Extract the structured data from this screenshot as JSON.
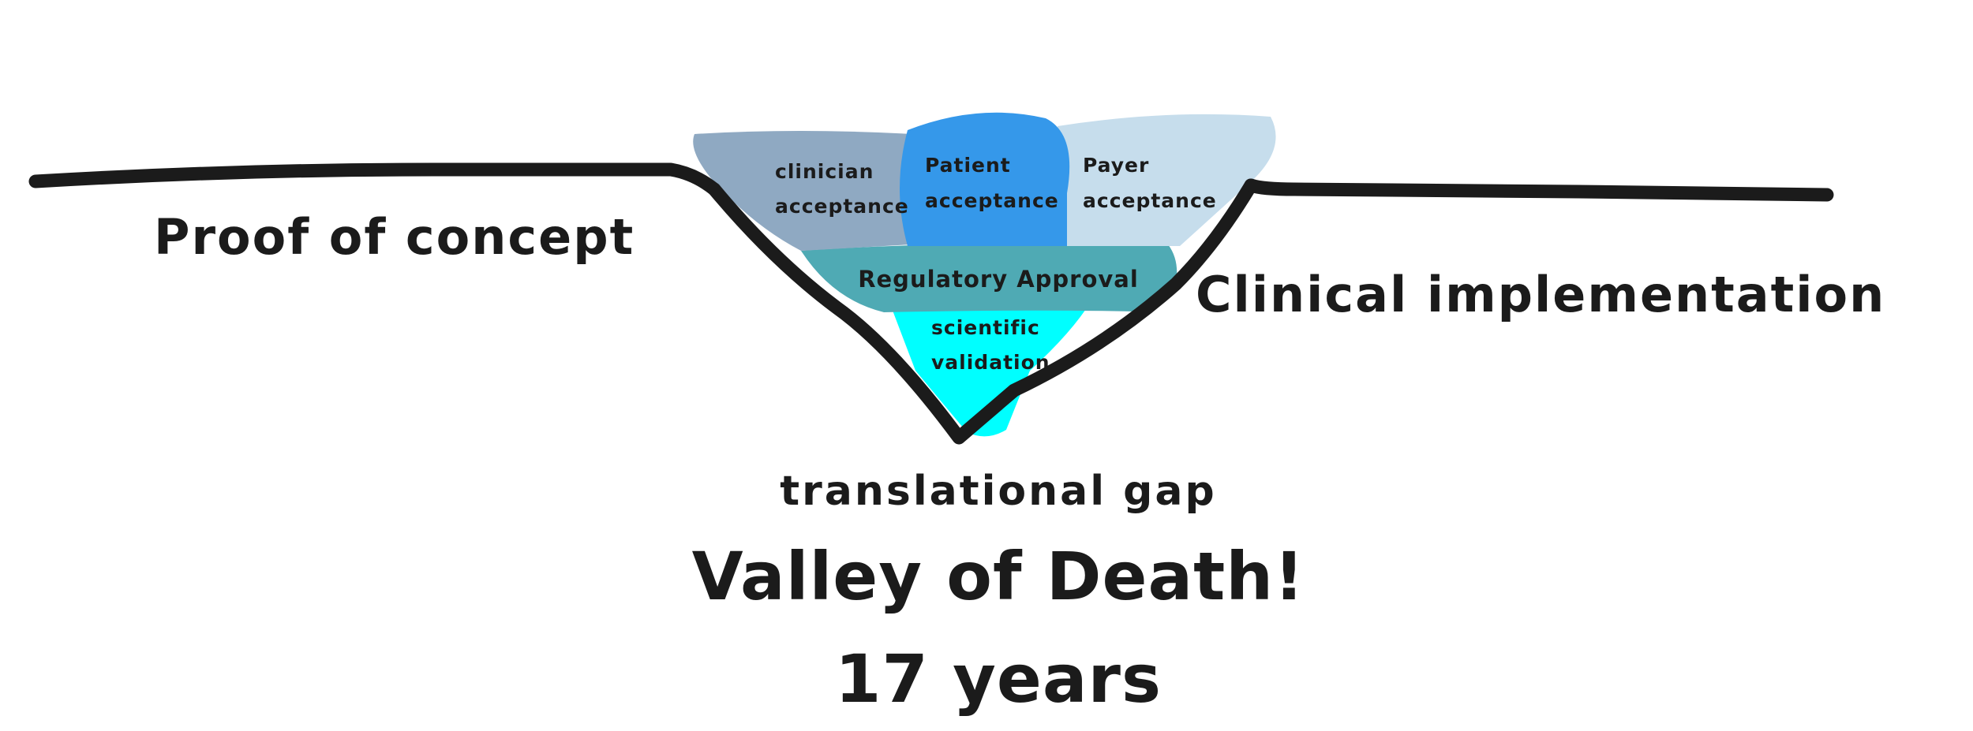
{
  "labels": {
    "left": "Proof of concept",
    "right": "Clinical implementation",
    "clinician": [
      "clinician",
      "acceptance"
    ],
    "patient": [
      "Patient",
      "acceptance"
    ],
    "payer": [
      "Payer",
      "acceptance"
    ],
    "regulatory": "Regulatory Approval",
    "scientific": [
      "scientific",
      "validation"
    ],
    "gap": "translational gap",
    "valley": "Valley of Death!",
    "years": "17 years"
  },
  "colors": {
    "clinician": "#8fa9c2",
    "patient": "#3598ea",
    "payer": "#c6ddec",
    "regulatory": "#4faab4",
    "scientific": "#00ffff",
    "line": "#1b1b1b"
  }
}
